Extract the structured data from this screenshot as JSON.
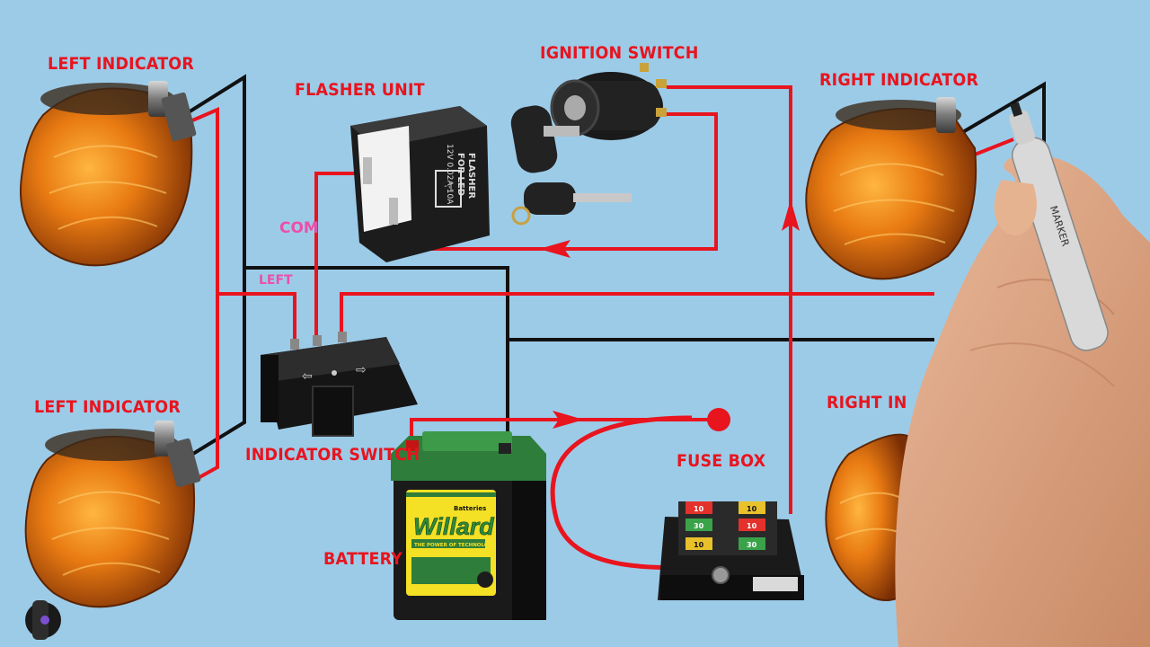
{
  "labels": {
    "left_indicator_top": "LEFT INDICATOR",
    "left_indicator_bottom": "LEFT INDICATOR",
    "flasher_unit": "FLASHER UNIT",
    "ignition_switch": "IGNITION SWITCH",
    "right_indicator_top": "RIGHT INDICATOR",
    "right_indicator_bottom": "RIGHT IN",
    "indicator_switch": "INDICATOR SWITCH",
    "battery": "BATTERY",
    "fuse_box": "FUSE BOX",
    "com": "COM",
    "left": "LEFT"
  },
  "flasher_text": {
    "line1": "FLASHER",
    "line2": "FOR LED",
    "line3": "12V 0.02A-10A"
  },
  "battery_text": {
    "brand": "Willard",
    "sub": "Batteries",
    "tagline": "THE POWER OF TECHNOLOGY"
  },
  "fuse_values": [
    "10",
    "10",
    "30",
    "10",
    "10",
    "30"
  ],
  "colors": {
    "background": "#9ccbe8",
    "label": "#e8141e",
    "tag": "#ec4fa9",
    "wire_red": "#e8141e",
    "wire_black": "#111111",
    "lamp_amber": "#e07a10"
  }
}
